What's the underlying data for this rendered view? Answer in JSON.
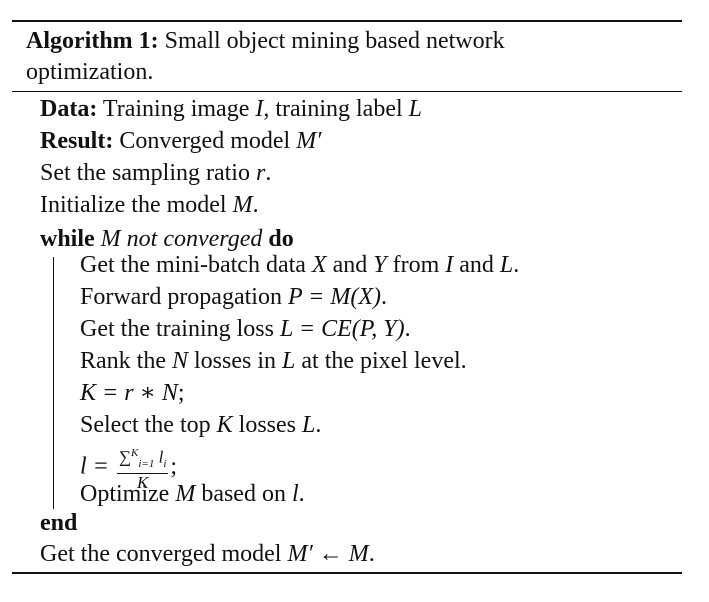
{
  "caption": {
    "label": "Algorithm 1:",
    "title_line1": "Small object mining based network",
    "title_line2": "optimization."
  },
  "lines": [
    {
      "kw": "Data:",
      "text": "Training image",
      "m1": "I",
      "t2": ", training label",
      "m2": "L"
    },
    {
      "kw": "Result:",
      "text": "Converged model",
      "m1": "M′"
    },
    {
      "text": "Set the sampling ratio",
      "m1": "r",
      "t2": "."
    },
    {
      "text": "Initialize the model",
      "m1": "M",
      "t2": "."
    },
    {
      "kw": "while",
      "cond": "M not converged",
      "kw2": "do"
    },
    {
      "text": "Get the mini-batch data",
      "m1": "X",
      "t2": "and",
      "m2": "Y",
      "t3": "from",
      "m3": "I",
      "t4": "and",
      "m4": "L",
      "t5": "."
    },
    {
      "text": "Forward propagation",
      "m1": "P = M(X)",
      "t2": "."
    },
    {
      "text": "Get the training loss",
      "m1": "L = CE(P, Y)",
      "t2": "."
    },
    {
      "text": "Rank the",
      "m1": "N",
      "t2": "losses in",
      "m2": "L",
      "t3": "at the pixel level."
    },
    {
      "m1": "K = r ∗ N",
      "t2": ";"
    },
    {
      "text": "Select the top",
      "m1": "K",
      "t2": "losses",
      "m2": "L",
      "t3": "."
    },
    {
      "m1": "l =",
      "num": "∑",
      "num_sup": "K",
      "num_sub": "i=1",
      "num_tail": "l",
      "num_tail_sub": "i",
      "den": "K",
      "t2": ";"
    },
    {
      "text": "Optimize",
      "m1": "M",
      "t2": "based on",
      "m2": "l",
      "t3": "."
    },
    {
      "kw": "end"
    },
    {
      "text": "Get the converged model",
      "m1": "M′ ← M",
      "t2": "."
    }
  ]
}
